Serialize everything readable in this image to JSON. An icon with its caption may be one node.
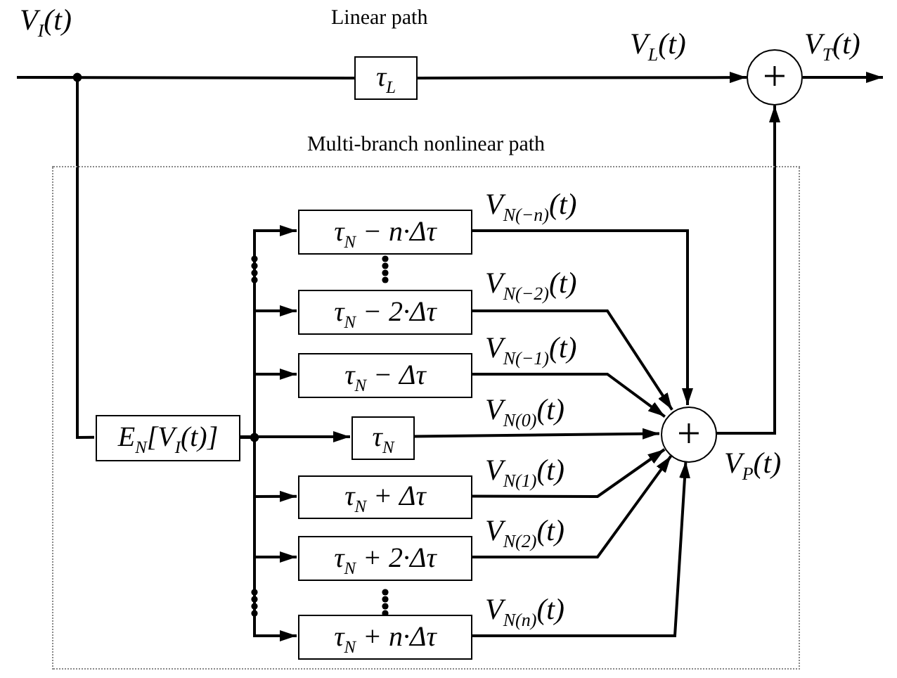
{
  "diagram": {
    "nodes": [
      {
        "text": [
          "τ$_{L}$"
        ]
      },
      {
        "text": [
          "+"
        ]
      },
      {
        "text": [
          "Multi-branch nonlinear path"
        ]
      },
      {
        "text": [
          "E$_{N}$[V$_{I}$(t)]"
        ],
        "in": 2
      },
      {
        "text": [
          "τ$_{N}$ − n·Δτ"
        ],
        "in": 2
      },
      {
        "text": [
          "τ$_{N}$ − 2·Δτ"
        ],
        "in": 2
      },
      {
        "text": [
          "τ$_{N}$ − Δτ"
        ],
        "in": 2
      },
      {
        "text": [
          "τ$_{N}$"
        ],
        "in": 2
      },
      {
        "text": [
          "τ$_{N}$ + Δτ"
        ],
        "in": 2
      },
      {
        "text": [
          "τ$_{N}$ + 2·Δτ"
        ],
        "in": 2
      },
      {
        "text": [
          "τ$_{N}$ + n·Δτ"
        ],
        "in": 2
      },
      {
        "text": [
          "+"
        ],
        "in": 2,
        "beside": [
          "V$_{P}$(t)"
        ]
      }
    ],
    "edges": [
      {
        "from": null,
        "to": 0,
        "arrow": "none"
      },
      {
        "from": 0,
        "to": 1,
        "arrow": "to",
        "label": "V$_{L}$(t)"
      },
      {
        "from": 1,
        "to": null,
        "arrow": "to",
        "label": "V$_{T}$(t)"
      },
      {
        "from": null,
        "to": 3,
        "arrow": "none"
      },
      {
        "from": 3,
        "to": 4,
        "arrow": "to"
      },
      {
        "from": 3,
        "to": 5,
        "arrow": "to"
      },
      {
        "from": 3,
        "to": 6,
        "arrow": "to"
      },
      {
        "from": 3,
        "to": 7,
        "arrow": "to"
      },
      {
        "from": 3,
        "to": 8,
        "arrow": "to"
      },
      {
        "from": 3,
        "to": 9,
        "arrow": "to"
      },
      {
        "from": 3,
        "to": 10,
        "arrow": "to"
      },
      {
        "from": 4,
        "to": 11,
        "arrow": "to",
        "label": "V$_{N(−n)}$(t)"
      },
      {
        "from": 5,
        "to": 11,
        "arrow": "to",
        "label": "V$_{N(−2)}$(t)"
      },
      {
        "from": 6,
        "to": 11,
        "arrow": "to",
        "label": "V$_{N(−1)}$(t)"
      },
      {
        "from": 7,
        "to": 11,
        "arrow": "to",
        "label": "V$_{N(0)}$(t)"
      },
      {
        "from": 8,
        "to": 11,
        "arrow": "to",
        "label": "V$_{N(1)}$(t)"
      },
      {
        "from": 9,
        "to": 11,
        "arrow": "to",
        "label": "V$_{N(2)}$(t)"
      },
      {
        "from": 10,
        "to": 11,
        "arrow": "to",
        "label": "V$_{N(n)}$(t)"
      },
      {
        "from": 11,
        "to": 1,
        "arrow": "to"
      }
    ],
    "labels": [
      "Linear path",
      "V$_{I}$(t)"
    ]
  }
}
